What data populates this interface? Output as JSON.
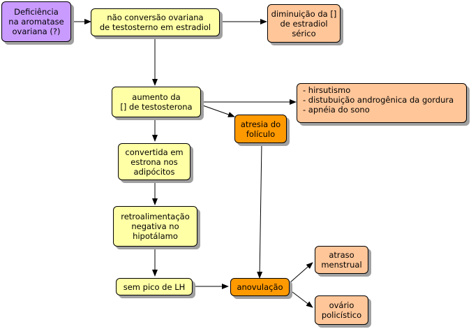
{
  "nodes": {
    "deficiencia": "Deficiência\nna aromatase\novariana (?)",
    "nao_conversao": "não conversão ovariana\nde testosterno em estradiol",
    "diminuicao": "diminuição da []\nde estradiol\nsérico",
    "aumento": "aumento da\n[] de testosterona",
    "efeitos": [
      "- hirsutismo",
      "- distubuição androgênica da gordura",
      "- apnéia do sono"
    ],
    "atresia": "atresia do\nfolículo",
    "convertida": "convertida em\nestrona nos\nadipócitos",
    "retroalimentacao": "retroalimentação\nnegativa no\nhipotálamo",
    "sem_pico": "sem pico de LH",
    "anovulacao": "anovulação",
    "atraso": "atraso\nmenstrual",
    "ovario": "ovário\npolicístico"
  },
  "colors": {
    "purple": "#c99bff",
    "yellow": "#ffffa6",
    "peach": "#ffc699",
    "orange": "#ff9900"
  }
}
